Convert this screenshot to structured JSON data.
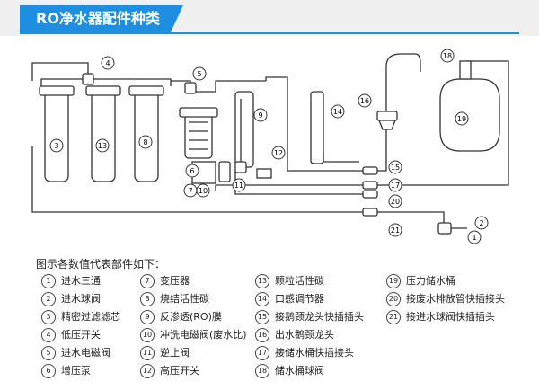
{
  "header": {
    "title": "RO净水器配件种类"
  },
  "diagram": {
    "callouts": [
      "1",
      "2",
      "3",
      "4",
      "5",
      "6",
      "7",
      "8",
      "9",
      "10",
      "11",
      "12",
      "13",
      "14",
      "15",
      "16",
      "17",
      "18",
      "19",
      "20",
      "21"
    ]
  },
  "legend": {
    "title": "图示各数值代表部件如下：",
    "items": [
      {
        "num": "1",
        "label": "进水三通"
      },
      {
        "num": "2",
        "label": "进水球阀"
      },
      {
        "num": "3",
        "label": "精密过滤滤芯"
      },
      {
        "num": "4",
        "label": "低压开关"
      },
      {
        "num": "5",
        "label": "进水电磁阀"
      },
      {
        "num": "6",
        "label": "增压泵"
      },
      {
        "num": "7",
        "label": "变压器"
      },
      {
        "num": "8",
        "label": "烧结活性碳"
      },
      {
        "num": "9",
        "label": "反渗透(RO)膜"
      },
      {
        "num": "10",
        "label": "冲洗电磁阀(废水比)"
      },
      {
        "num": "11",
        "label": "逆止阀"
      },
      {
        "num": "12",
        "label": "高压开关"
      },
      {
        "num": "13",
        "label": "颗粒活性碳"
      },
      {
        "num": "14",
        "label": "口感调节器"
      },
      {
        "num": "15",
        "label": "接鹅颈龙头快插插头"
      },
      {
        "num": "16",
        "label": "出水鹅颈龙头"
      },
      {
        "num": "17",
        "label": "接储水桶快插接头"
      },
      {
        "num": "18",
        "label": "储水桶球阀"
      },
      {
        "num": "19",
        "label": "压力储水桶"
      },
      {
        "num": "20",
        "label": "接废水排放管快插接头"
      },
      {
        "num": "21",
        "label": "接进水球阀快插插头"
      }
    ]
  }
}
